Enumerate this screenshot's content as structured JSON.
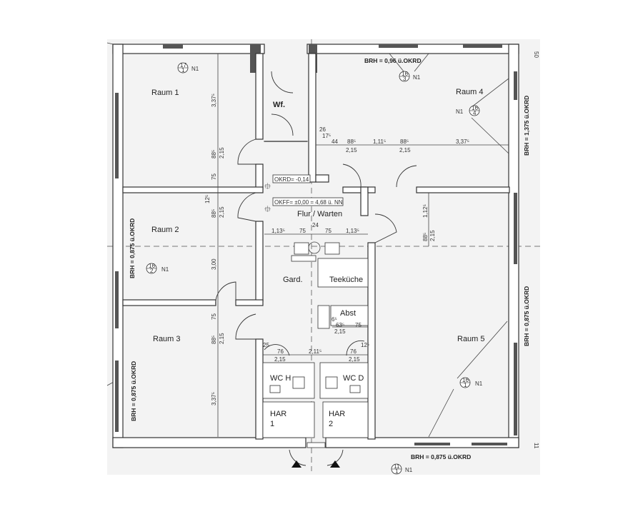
{
  "rooms": {
    "raum1": "Raum 1",
    "raum2": "Raum 2",
    "raum3": "Raum 3",
    "raum4": "Raum 4",
    "raum5": "Raum 5",
    "wf": "Wf.",
    "flur": "Flur / Warten",
    "gard": "Gard.",
    "teekueche": "Teeküche",
    "abst": "Abst",
    "wch": "WC H",
    "wcd": "WC D",
    "har1_a": "HAR",
    "har1_b": "1",
    "har2_a": "HAR",
    "har2_b": "2"
  },
  "levels": {
    "okrd": "OKRD= -0,14",
    "okff": "OKFF= ±0,00 = 4,68 ü. NN"
  },
  "brh": {
    "top": "BRH = 0,96 ü.OKRD",
    "right_upper": "BRH = 1,375 ü.OKRD",
    "right_lower": "BRH = 0,875 ü.OKRD",
    "left_upper": "BRH = 0,875 ü.OKRD",
    "left_lower": "BRH = 0,875 ü.OKRD",
    "bottom": "BRH = 0,875 ü.OKRD"
  },
  "markers": [
    {
      "top": "17",
      "bottom": "1",
      "label": "N1"
    },
    {
      "top": "16",
      "bottom": "3",
      "label": "N1"
    },
    {
      "top": "16",
      "bottom": "4",
      "label": "N1"
    },
    {
      "top": "16",
      "bottom": "2",
      "label": "N1"
    },
    {
      "top": "16",
      "bottom": "1",
      "label": "N1"
    },
    {
      "top": "11",
      "bottom": "1",
      "label": "N1"
    }
  ],
  "dimensions": {
    "left_col": [
      "3,37⁵",
      "88⁵",
      "2,15",
      "75",
      "12⁵",
      "88⁵",
      "2,15",
      "3,00",
      "75",
      "88⁵",
      "2,15",
      "3,37⁵"
    ],
    "raum4_row": [
      "26",
      "17⁵",
      "44",
      "88⁵",
      "2,15",
      "1,11⁵",
      "88⁵",
      "2,15",
      "3,37⁵"
    ],
    "raum5_col": [
      "1,12⁵",
      "88⁵",
      "2,15"
    ],
    "flur_row": [
      "1,13⁵",
      "75",
      "24",
      "75",
      "1,13⁵"
    ],
    "abst": [
      "6⁵",
      "63⁵",
      "2,15",
      "75"
    ],
    "wc_row": [
      "25",
      "76",
      "2,15",
      "2,11⁵",
      "12⁵",
      "76",
      "2,15"
    ]
  },
  "margin_marks": [
    "50",
    "11"
  ]
}
